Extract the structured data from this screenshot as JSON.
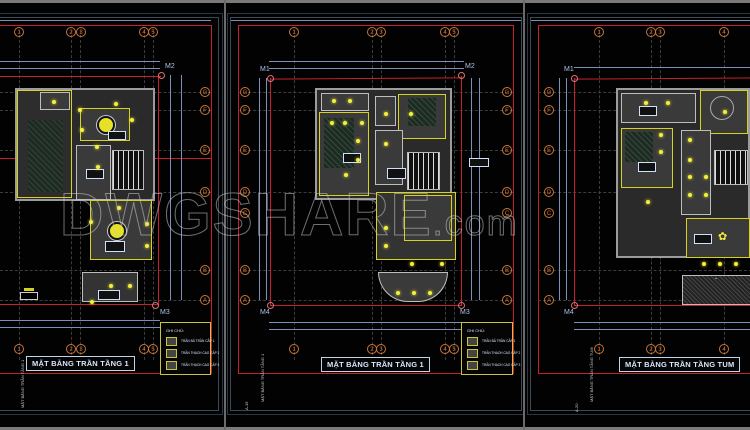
{
  "viewer": {
    "background": "#020202",
    "watermark": {
      "main": "DWGSHARE",
      "suffix": ".com"
    }
  },
  "colors": {
    "border_red": "#c8202e",
    "axis_bubble": "#c9753a",
    "dimension": "#7d8fb8",
    "light_fixture": "#f3ef3a",
    "legend_border": "#c9c43a",
    "title_text": "#d9e8ff"
  },
  "sheets": [
    {
      "id": "sheet-1",
      "title": "MẶT BẰNG TRẦN TẦNG 1",
      "side_label": "MẶT BẰNG TRẦN TẦNG 1",
      "sheet_no": "",
      "axis_bottom": [
        "1",
        "2",
        "3",
        "4",
        "5"
      ],
      "axis_side": [
        "G",
        "F",
        "E",
        "D",
        "C",
        "B",
        "A"
      ],
      "markers": [
        "M2",
        "M3"
      ],
      "legend": {
        "title": "GHI CHÚ:",
        "items": [
          "TRẦN BẢ TRẦN CẤP 1",
          "TRẦN THẠCH CAO CẤP 2",
          "TRẦN THẠCH CAO CẤP 3"
        ]
      }
    },
    {
      "id": "sheet-2",
      "title": "MẶT BẰNG TRẦN TẦNG 1",
      "side_label": "MẶT BẰNG TRẦN TẦNG 1",
      "sheet_no": "A-15",
      "axis_bottom": [
        "1",
        "2",
        "3",
        "4",
        "5"
      ],
      "axis_side": [
        "G",
        "F",
        "E",
        "D",
        "C",
        "B",
        "A"
      ],
      "markers": [
        "M1",
        "M2",
        "M3",
        "M4"
      ],
      "legend": {
        "title": "GHI CHÚ:",
        "items": [
          "TRẦN BẢ TRẦN CẤP 1",
          "TRẦN THẠCH CAO CẤP 2",
          "TRẦN THẠCH CAO CẤP 3"
        ]
      }
    },
    {
      "id": "sheet-3",
      "title": "MẶT BẰNG TRẦN TẦNG TUM",
      "side_label": "MẶT BẰNG TRẦN TẦNG TUM",
      "sheet_no": "A-20",
      "axis_bottom": [
        "1",
        "2",
        "3",
        "4"
      ],
      "axis_side": [
        "G",
        "F",
        "E",
        "D",
        "C",
        "B",
        "A"
      ],
      "markers": [
        "M1",
        "M4"
      ]
    }
  ]
}
